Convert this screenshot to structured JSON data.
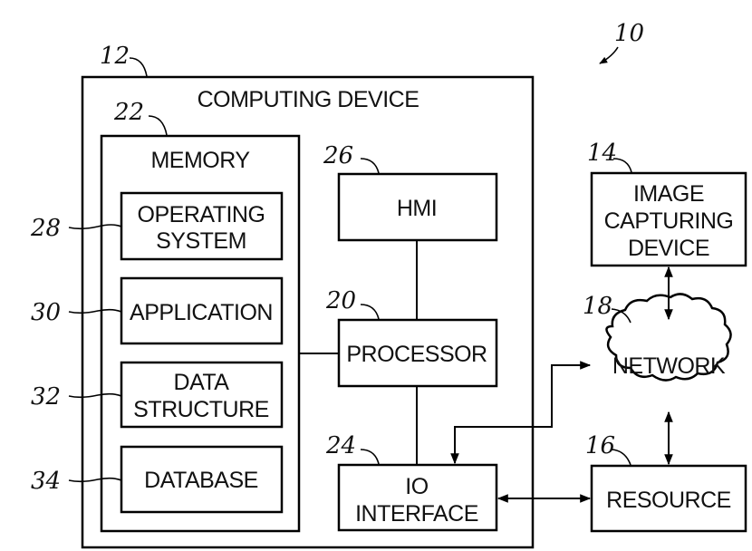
{
  "figure": {
    "system_ref": "10",
    "computing_device": {
      "ref": "12",
      "label": "COMPUTING DEVICE"
    },
    "memory": {
      "ref": "22",
      "label": "MEMORY"
    },
    "operating_system": {
      "ref": "28",
      "line1": "OPERATING",
      "line2": "SYSTEM"
    },
    "application": {
      "ref": "30",
      "label": "APPLICATION"
    },
    "data_structure": {
      "ref": "32",
      "line1": "DATA",
      "line2": "STRUCTURE"
    },
    "database": {
      "ref": "34",
      "label": "DATABASE"
    },
    "hmi": {
      "ref": "26",
      "label": "HMI"
    },
    "processor": {
      "ref": "20",
      "label": "PROCESSOR"
    },
    "io_interface": {
      "ref": "24",
      "line1": "IO",
      "line2": "INTERFACE"
    },
    "image_capturing_device": {
      "ref": "14",
      "line1": "IMAGE",
      "line2": "CAPTURING",
      "line3": "DEVICE"
    },
    "network": {
      "ref": "18",
      "label": "NETWORK"
    },
    "resource": {
      "ref": "16",
      "label": "RESOURCE"
    }
  }
}
